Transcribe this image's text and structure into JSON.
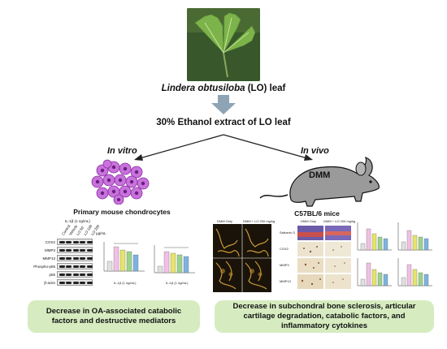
{
  "leaf": {
    "species": "Lindera obtusiloba",
    "suffix": "(LO) leaf"
  },
  "extract": {
    "label": "30% Ethanol extract of LO leaf"
  },
  "in_vitro": {
    "title": "In vitro",
    "cell_label": "Primary mouse chondrocytes",
    "il_label": "IL-1β (1 ng/mL)",
    "blot_rows": [
      "COX2",
      "MMP3",
      "MMP13",
      "Phospho-p65",
      "p65",
      "β-actin"
    ],
    "blot_cols": [
      "Control",
      "Vehicle",
      "LO 50",
      "LO 100",
      "LO 200"
    ],
    "unit": "μg/mL",
    "chart_axis_1": "IL-1β (1 ng/mL)",
    "chart_axis_2": "IL-1β (1 ng/mL)",
    "result": "Decrease in OA-associated catabolic factors and destructive mediators"
  },
  "in_vivo": {
    "title": "In vivo",
    "mouse_label": "DMM",
    "strain_label": "C57BL/6 mice",
    "panel_a_1": "DMM Only",
    "panel_a_2": "DMM + LO 200 mg/kg",
    "panel_b_1": "DMM Only",
    "panel_b_2": "DMM + LO 200 mg/kg",
    "panel_b_rows": [
      "Safranin O",
      "COX2",
      "MMP3",
      "MMP13"
    ],
    "result": "Decrease in subchondral bone sclerosis, articular cartilage degradation, catabolic factors, and inflammatory cytokines"
  },
  "colors": {
    "arrow_grey": "#8ea3b4",
    "result_green": "#d6ecc0",
    "cell_purple": "#b34ec9",
    "mouse_grey": "#9a9a9a"
  }
}
